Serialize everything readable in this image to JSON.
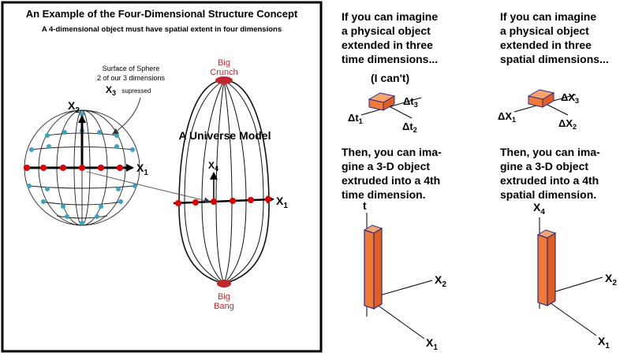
{
  "left_panel": {
    "title": "An Example of the Four-Dimensional Structure Concept",
    "subtitle": "A 4-dimensional object must have spatial extent in four dimensions",
    "sphere_note_line1": "Surface of Sphere",
    "sphere_note_line2": "2 of our 3 dimensions",
    "x3_label": "X",
    "x3_sub": "3",
    "x3_note": "supressed",
    "x2_label": "X",
    "x2_sub": "2",
    "x1_sphere_label": "X",
    "x1_sphere_sub": "1",
    "universe_label": "A Universe Model",
    "big_crunch_line1": "Big",
    "big_crunch_line2": "Crunch",
    "big_bang_line1": "Big",
    "big_bang_line2": "Bang",
    "x4_label": "X",
    "x4_sub": "4",
    "x1_universe_label": "X",
    "x1_universe_sub": "1"
  },
  "time_column": {
    "intro_lines": [
      "If you can imagine",
      "a physical object",
      "extended in three",
      "time dimensions..."
    ],
    "aside": "(I can't)",
    "dt1": "Δt",
    "dt1_sub": "1",
    "dt2": "Δt",
    "dt2_sub": "2",
    "dt3": "Δt",
    "dt3_sub": "3",
    "then_lines": [
      "Then, you can ima-",
      "gine a 3-D object",
      "extruded into a 4th",
      "time dimension."
    ],
    "axis_top": "t",
    "axis_x2": "X",
    "axis_x2_sub": "2",
    "axis_x1": "X",
    "axis_x1_sub": "1"
  },
  "space_column": {
    "intro_lines": [
      "If you can imagine",
      "a physical object",
      "extended in three",
      "spatial dimensions..."
    ],
    "dx1": "ΔX",
    "dx1_sub": "1",
    "dx2": "ΔX",
    "dx2_sub": "2",
    "dx3": "ΔX",
    "dx3_sub": "3",
    "then_lines": [
      "Then, you can ima-",
      "gine a 3-D object",
      "extruded into a 4th",
      "spatial dimension."
    ],
    "axis_top": "X",
    "axis_top_sub": "4",
    "axis_x2": "X",
    "axis_x2_sub": "2",
    "axis_x1": "X",
    "axis_x1_sub": "1"
  },
  "colors": {
    "point_red": "#e00000",
    "point_cyan": "#3aa3c4",
    "big_bang_red": "#c0272d",
    "box_orange": "#f07a3a",
    "box_edge": "#2b2b8c"
  }
}
